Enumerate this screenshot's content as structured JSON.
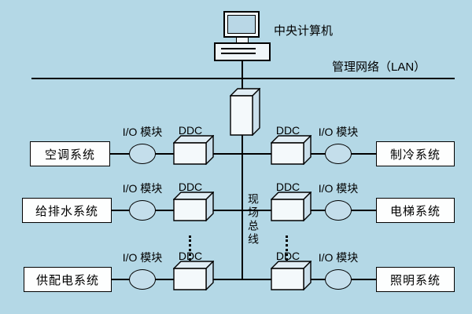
{
  "colors": {
    "background": "#b4d8e6",
    "box_fill": "#fdfefe",
    "outline": "#000000"
  },
  "header": {
    "computer_label": "中央计算机",
    "lan_label": "管理网络（LAN）"
  },
  "bus": {
    "label": "现场总线"
  },
  "rows": [
    {
      "left_system": "空调系统",
      "io_left": "I/O 模块",
      "ddc_left": "DDC",
      "ddc_right": "DDC",
      "io_right": "I/O 模块",
      "right_system": "制冷系统"
    },
    {
      "left_system": "给排水系统",
      "io_left": "I/O 模块",
      "ddc_left": "DDC",
      "ddc_right": "DDC",
      "io_right": "I/O 模块",
      "right_system": "电梯系统"
    },
    {
      "left_system": "供配电系统",
      "io_left": "I/O 模块",
      "ddc_left": "DDC",
      "ddc_right": "DDC",
      "io_right": "I/O 模块",
      "right_system": "照明系统"
    }
  ]
}
